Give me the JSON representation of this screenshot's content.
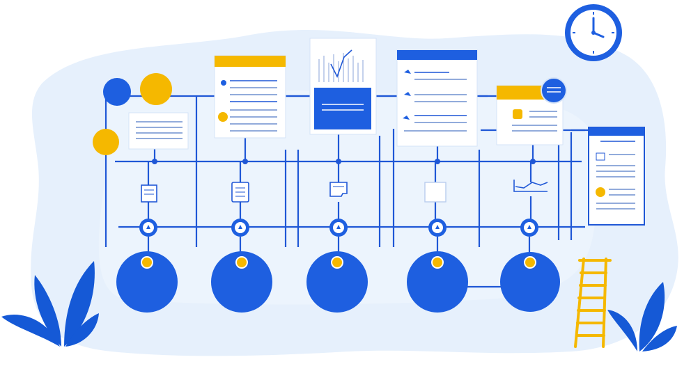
{
  "colors": {
    "background": "#ffffff",
    "blob": "#e6f0fc",
    "blob_inner": "#eef5fd",
    "line": "#1f57d6",
    "node": "#1e5fe0",
    "accent": "#f5b800",
    "card": "#ffffff",
    "card_line": "#1f57d6",
    "card_text": "#6f8fcf",
    "leaf": "#1559d6"
  },
  "icons": {
    "clock": "clock-icon",
    "plant_left": "leaf-icon",
    "plant_right": "leaf-icon",
    "ladder": "ladder-icon",
    "chart": "chart-icon",
    "node_lock": "lock-icon",
    "document": "document-icon"
  },
  "cards": [
    {
      "name": "card-small-left",
      "header": "none"
    },
    {
      "name": "card-yellow-left",
      "header": "accent"
    },
    {
      "name": "card-chart",
      "header": "none"
    },
    {
      "name": "card-blue-list",
      "header": "line"
    },
    {
      "name": "card-yellow-right",
      "header": "accent"
    },
    {
      "name": "card-far-right",
      "header": "line"
    }
  ],
  "nodes": [
    {
      "name": "node-1",
      "badge": "lock"
    },
    {
      "name": "node-2",
      "badge": "lock"
    },
    {
      "name": "node-3",
      "badge": "lock"
    },
    {
      "name": "node-4",
      "badge": "lock"
    },
    {
      "name": "node-5",
      "badge": "lock"
    }
  ]
}
